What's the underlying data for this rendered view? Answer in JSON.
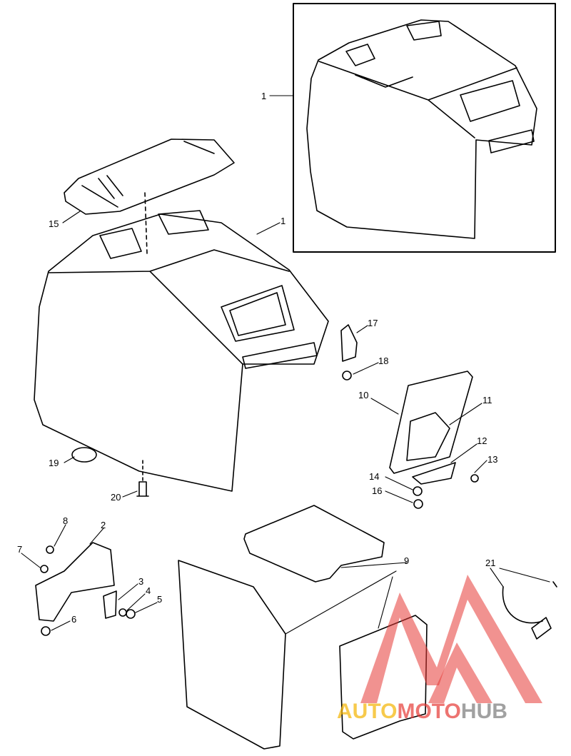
{
  "callouts": [
    {
      "id": "c1a",
      "text": "1"
    },
    {
      "id": "c1b",
      "text": "1"
    },
    {
      "id": "c15",
      "text": "15"
    },
    {
      "id": "c17",
      "text": "17"
    },
    {
      "id": "c18",
      "text": "18"
    },
    {
      "id": "c10",
      "text": "10"
    },
    {
      "id": "c11",
      "text": "11"
    },
    {
      "id": "c12",
      "text": "12"
    },
    {
      "id": "c13",
      "text": "13"
    },
    {
      "id": "c14",
      "text": "14"
    },
    {
      "id": "c16",
      "text": "16"
    },
    {
      "id": "c19",
      "text": "19"
    },
    {
      "id": "c20",
      "text": "20"
    },
    {
      "id": "c8",
      "text": "8"
    },
    {
      "id": "c2",
      "text": "2"
    },
    {
      "id": "c7",
      "text": "7"
    },
    {
      "id": "c3",
      "text": "3"
    },
    {
      "id": "c4",
      "text": "4"
    },
    {
      "id": "c5",
      "text": "5"
    },
    {
      "id": "c6",
      "text": "6"
    },
    {
      "id": "c9",
      "text": "9"
    },
    {
      "id": "c21",
      "text": "21"
    }
  ],
  "watermark": {
    "part1": "AUTO",
    "part2": "MOTO",
    "part3": "HUB",
    "colors": {
      "red": "#e53935",
      "orange": "#f4b400",
      "gray": "#8a8a8a"
    }
  }
}
